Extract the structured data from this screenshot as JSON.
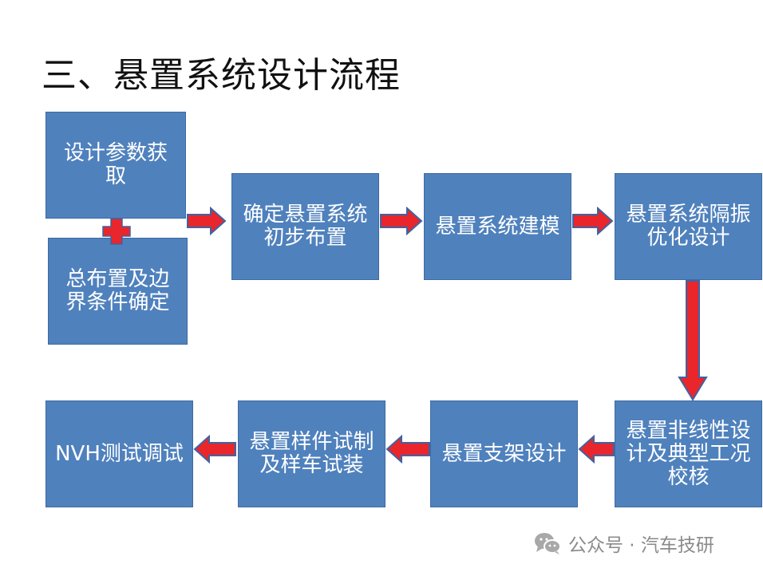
{
  "title": "三、悬置系统设计流程",
  "colors": {
    "box_fill": "#4f81bd",
    "arrow_fill": "#e8262b",
    "arrow_stroke": "#3e64a3"
  },
  "boxes": {
    "design_params": "设计参数获取",
    "layout_boundary": "总布置及边界条件确定",
    "initial_layout": "确定悬置系统初步布置",
    "modeling": "悬置系统建模",
    "isolation_optimization": "悬置系统隔振优化设计",
    "nonlinear_design": "悬置非线性设计及典型工况校核",
    "bracket_design": "悬置支架设计",
    "sample_trial": "悬置样件试制及样车试装",
    "nvh_tuning": "NVH测试调试"
  },
  "icons": {
    "plus": "plus-icon",
    "wechat": "wechat-icon"
  },
  "watermark": "公众号 · 汽车技研"
}
